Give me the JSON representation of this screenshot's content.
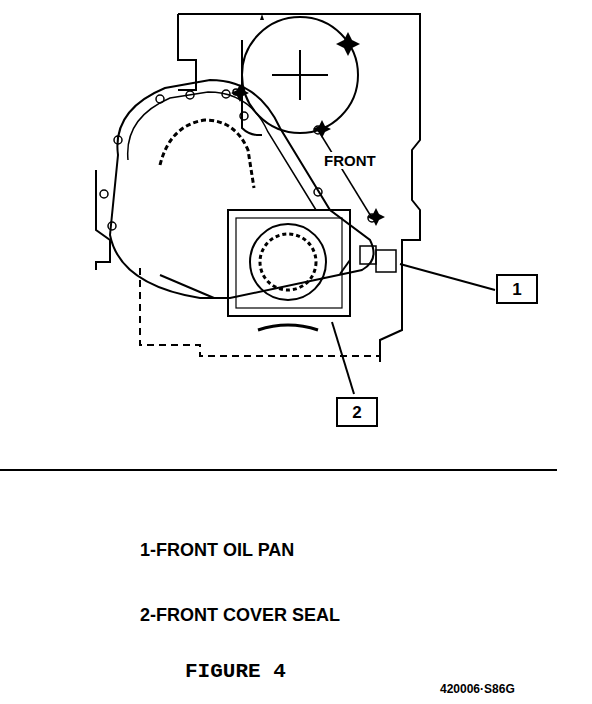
{
  "diagram": {
    "caption": "FIGURE 4",
    "nodes": [
      {
        "text": [
          "1"
        ]
      },
      {
        "text": [
          "2"
        ]
      }
    ],
    "labels": [
      "FRONT",
      "1-FRONT OIL PAN",
      "2-FRONT COVER SEAL",
      "420006·S86G"
    ]
  }
}
